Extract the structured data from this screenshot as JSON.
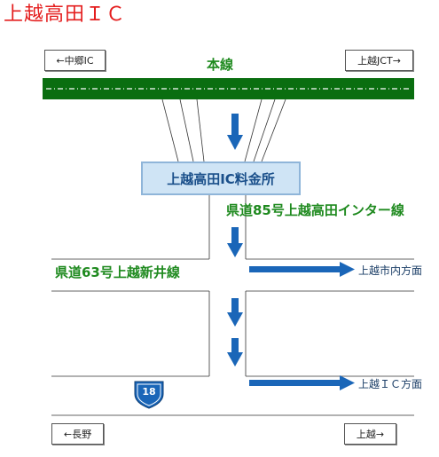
{
  "title": "上越高田ＩＣ",
  "main_line_label": "本線",
  "direction_boxes": {
    "top_left": "←中郷IC",
    "top_right": "上越JCT→",
    "bottom_left": "←長野",
    "bottom_right": "上越→"
  },
  "tollbooth_label": "上越高田IC料金所",
  "roads": {
    "pref85": "県道85号上越高田インター線",
    "pref63": "県道63号上越新井線"
  },
  "destinations": {
    "city": "上越市内方面",
    "ic": "上越ＩＣ方面"
  },
  "route_shield_number": "18",
  "colors": {
    "title": "#e41e1e",
    "highway": "#0a6e10",
    "road_label": "#1f8a1f",
    "arrow": "#1a66b8",
    "tollbooth_fill": "#cfe4f5"
  }
}
